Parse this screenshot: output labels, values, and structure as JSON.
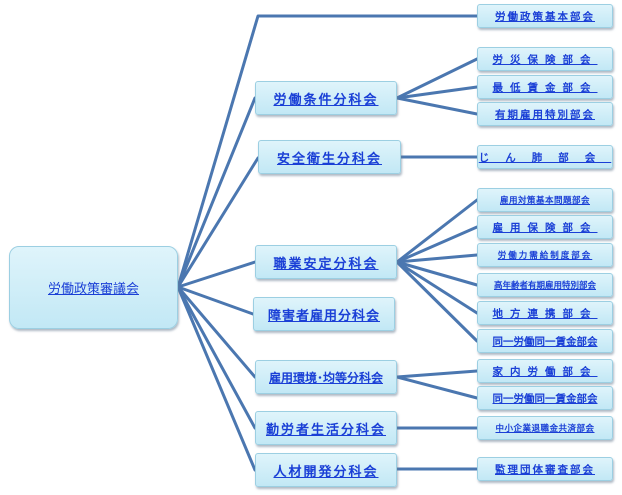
{
  "root": {
    "label": "労働政策審議会"
  },
  "councils": {
    "roudou_jouken": "労働条件分科会",
    "anzen_eisei": "安全衛生分科会",
    "shokugyou_antei": "職業安定分科会",
    "shougaisha": "障害者雇用分科会",
    "koyou_kankyou": "雇用環境･均等分科会",
    "kinrousha": "勤労者生活分科会",
    "jinzai": "人材開発分科会"
  },
  "subcouncils": {
    "seisaku_kihon": "労働政策基本部会",
    "rousai_hoken": "労災保険部会",
    "saitei_chingin": "最低賃金部会",
    "yuuki_koyou": "有期雇用特別部会",
    "jinpai": "じん肺部会",
    "koyou_taisaku": "雇用対策基本問題部会",
    "koyou_hoken": "雇用保険部会",
    "juukyuu_seido": "労働力需給制度部会",
    "koureisha": "高年齢者有期雇用特別部会",
    "chihou_renkei": "地方連携部会",
    "douitsu_1": "同一労働同一賃金部会",
    "kanai_roudou": "家内労働部会",
    "douitsu_2": "同一労働同一賃金部会",
    "chuushou_kigyou": "中小企業退職金共済部会",
    "kanri_dantai": "監理団体審査部会"
  }
}
